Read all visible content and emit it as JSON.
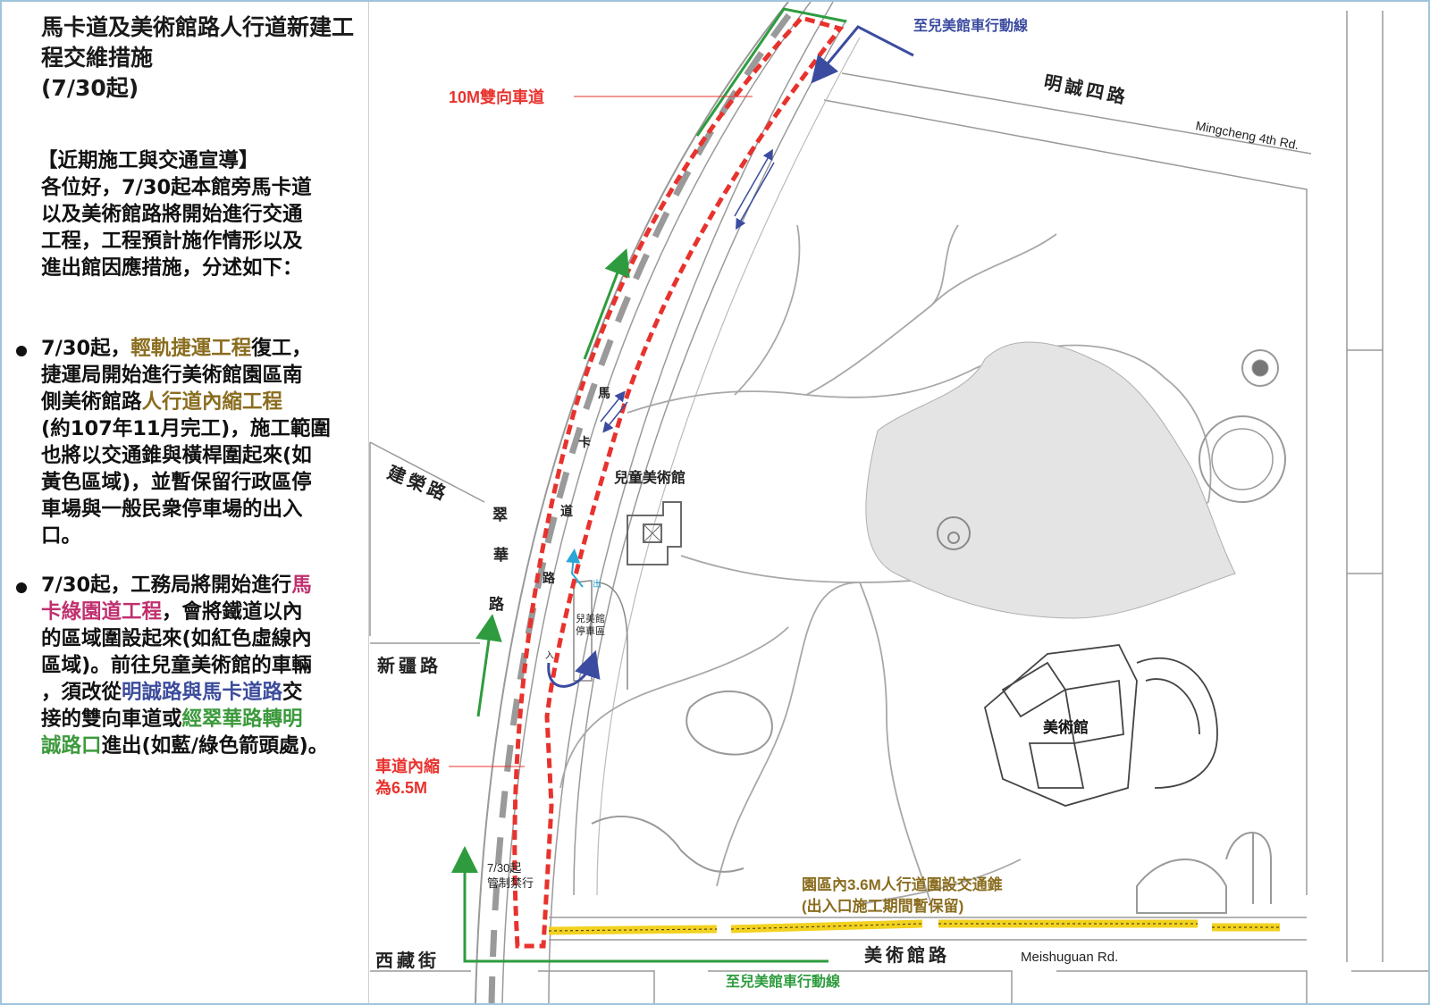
{
  "title": {
    "line1": "馬卡道及美術館路人行道新建工程交維措施",
    "line2": "(7/30起)"
  },
  "intro": {
    "heading": "【近期施工與交通宣導】",
    "lines": [
      "各位好，7/30起本館旁馬卡道",
      "以及美術館路將開始進行交通",
      "工程，工程預計施作情形以及",
      "進出館因應措施，分述如下："
    ]
  },
  "bullet1": {
    "l1_a": "7/30起，",
    "l1_b": "輕軌捷運工程",
    "l1_c": "復工，",
    "l2": "捷運局開始進行美術館園區南",
    "l3_a": "側美術館路",
    "l3_b": "人行道內縮工程",
    "l4": "(約107年11月完工)，施工範圍",
    "l5": "也將以交通錐與橫桿圍起來(如",
    "l6": "黃色區域)，並暫保留行政區停",
    "l7": "車場與一般民衆停車場的出入",
    "l8": "口。"
  },
  "bullet2": {
    "l1_a": "7/30起，工務局將開始進行",
    "l1_b": "馬",
    "l2_a": "卡綠園道工程",
    "l2_b": "，會將鐵道以內",
    "l3": "的區域圍設起來(如紅色虛線內",
    "l4": "區域)。前往兒童美術館的車輛",
    "l5_a": "，須改從",
    "l5_b": "明誠路與馬卡道路",
    "l5_c": "交",
    "l6_a": "接的雙向車道或",
    "l6_b": "經翠華路轉明",
    "l7_a": "誠路口",
    "l7_b": "進出(如藍/綠色箭頭處)。"
  },
  "map": {
    "blue_route_top": "至兒美館車行動線",
    "green_route_bottom": "至兒美館車行動線",
    "two_way_lane": "10M雙向車道",
    "lane_narrow_1": "車道內縮",
    "lane_narrow_2": "為6.5M",
    "closure_1": "7/30起",
    "closure_2": "管制禁行",
    "cone_note_1": "園區內3.6M人行道圍設交通錐",
    "cone_note_2": "(出入口施工期間暫保留)",
    "road_mingcheng_zh": "明誠四路",
    "road_mingcheng_en": "Mingcheng 4th Rd.",
    "road_jianrong": "建榮路",
    "road_xinjiang": "新疆路",
    "road_xizang": "西藏街",
    "road_meishuguan_zh": "美術館路",
    "road_meishuguan_en": "Meishuguan Rd.",
    "road_cuihua": [
      "翠",
      "華",
      "路"
    ],
    "road_makadao": [
      "馬",
      "卡",
      "道",
      "路"
    ],
    "childrens_museum": "兒童美術館",
    "childrens_parking_1": "兒美館",
    "childrens_parking_2": "停車區",
    "museum": "美術館",
    "entrance": "入",
    "exit": "出"
  },
  "colors": {
    "red": "#e8322d",
    "blue": "#3b4ca0",
    "green": "#2e9c3e",
    "olive": "#8a6d1f",
    "yellow": "#f2d21f"
  }
}
